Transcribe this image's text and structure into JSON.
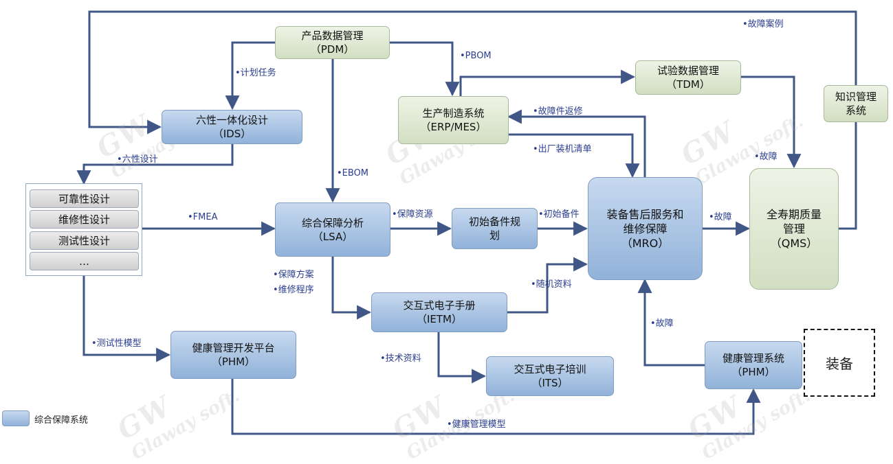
{
  "nodes": {
    "pdm": {
      "title": "产品数据管理",
      "sub": "（PDM）"
    },
    "ids": {
      "title": "六性一体化设计",
      "sub": "（IDS）"
    },
    "erp": {
      "title": "生产制造系统",
      "sub": "（ERP/MES）"
    },
    "tdm": {
      "title": "试验数据管理",
      "sub": "（TDM）"
    },
    "km": {
      "title": "知识管理",
      "sub": "系统"
    },
    "lsa": {
      "title": "综合保障分析",
      "sub": "（LSA）"
    },
    "spares": {
      "title": "初始备件规",
      "sub": "划"
    },
    "mro": {
      "line1": "装备售后服务和",
      "line2": "维修保障",
      "sub": "（MRO）"
    },
    "qms": {
      "line1": "全寿期质量",
      "line2": "管理",
      "sub": "（QMS）"
    },
    "ietm": {
      "title": "交互式电子手册",
      "sub": "（IETM）"
    },
    "its": {
      "title": "交互式电子培训",
      "sub": "（ITS）"
    },
    "phm_dev": {
      "title": "健康管理开发平台",
      "sub": "（PHM）"
    },
    "phm_sys": {
      "title": "健康管理系统",
      "sub": "（PHM）"
    },
    "equipment": "装备"
  },
  "design_list": [
    "可靠性设计",
    "维修性设计",
    "测试性设计",
    "…"
  ],
  "labels": {
    "fault_case": "•故障案例",
    "plan_task": "•计划任务",
    "pbom": "•PBOM",
    "fault_part_return": "•故障件返修",
    "ex_factory_list": "•出厂装机清单",
    "fault_km": "•故障",
    "six_design": "•六性设计",
    "ebom": "•EBOM",
    "fmea": "•FMEA",
    "support_resource": "•保障资源",
    "initial_spares": "•初始备件",
    "fault_qms": "•故障",
    "support_plan": "•保障方案",
    "maint_procedure": "•维修程序",
    "onboard_data": "•随机资料",
    "fault_phm": "•故障",
    "test_model": "•测试性模型",
    "tech_data": "•技术资料",
    "health_model": "•健康管理模型"
  },
  "legend": {
    "text": "综合保障系统"
  },
  "watermark": {
    "logo": "GW",
    "text": "Glaway soft."
  },
  "colors": {
    "arrow": "#3f5687",
    "label": "#2a3d8f",
    "blue_box": "#a8c2e3",
    "green_box": "#dfe8d3"
  }
}
